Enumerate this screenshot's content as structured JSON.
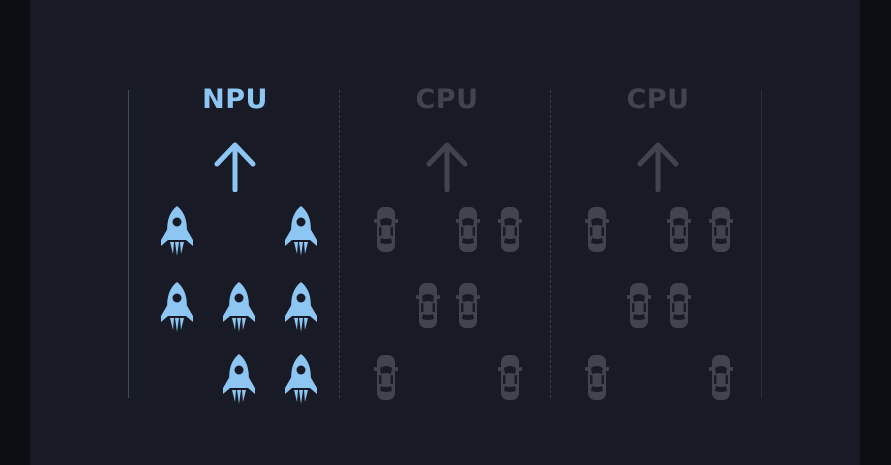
{
  "colors": {
    "page_background": "#0d0e14",
    "panel_background": "#181a25",
    "npu_accent": "#8dc6f3",
    "cpu_muted": "#41444f"
  },
  "lanes": [
    {
      "title": "NPU",
      "state": "active",
      "arrow_icon": "arrow-up-icon",
      "token_icon": "rocket-icon",
      "tokens_per_row": [
        2,
        3,
        2
      ]
    },
    {
      "title": "CPU",
      "state": "inactive",
      "arrow_icon": "arrow-up-icon",
      "token_icon": "car-icon",
      "tokens_per_row": [
        3,
        2,
        2
      ]
    },
    {
      "title": "CPU",
      "state": "inactive",
      "arrow_icon": "arrow-up-icon",
      "token_icon": "car-icon",
      "tokens_per_row": [
        3,
        2,
        2
      ]
    }
  ]
}
